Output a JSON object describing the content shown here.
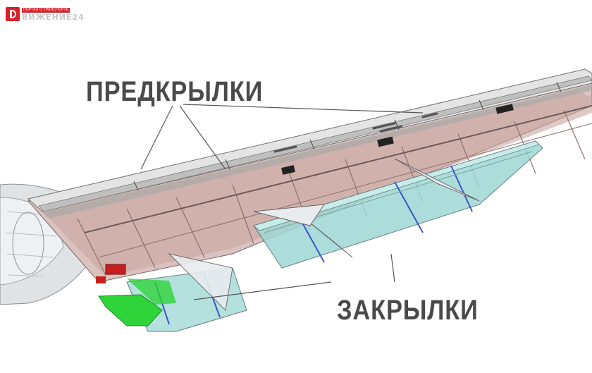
{
  "logo": {
    "tagline": "ПОРТАЛ О ТРАНСПОРТЕ",
    "name": "ВИЖЕНИЕ24",
    "brand_color": "#d6202a"
  },
  "labels": {
    "slats": "ПРЕДКРЫЛКИ",
    "flaps": "ЗАКРЫЛКИ"
  },
  "colors": {
    "label_text": "#4a4a4a",
    "wing_skin": "#c9c9c9",
    "wing_structure": "#c9a5a0",
    "flap_glass": "#9fd8d4",
    "flap_blue": "#3b55c8",
    "bracket_green": "#2fd33a",
    "actuator_red": "#c81e1e",
    "leader_line": "#555555"
  }
}
